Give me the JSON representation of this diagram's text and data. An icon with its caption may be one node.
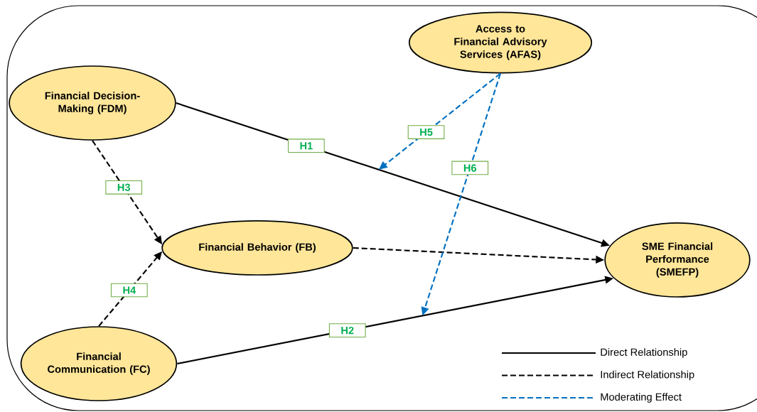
{
  "diagram": {
    "nodes": [
      {
        "text": [
          "Access to Financial Advisory Services (AFAS)"
        ]
      },
      {
        "text": [
          "Financial Decision-Making (FDM)"
        ]
      },
      {
        "text": [
          "Financial Behavior (FB)"
        ]
      },
      {
        "text": [
          "SME Financial Performance (SMEFP)"
        ]
      },
      {
        "text": [
          "Financial Communication (FC)"
        ]
      }
    ],
    "edges": [
      {
        "from": 1,
        "to": 3,
        "arrow": "to",
        "label": "H1"
      },
      {
        "from": 4,
        "to": 3,
        "arrow": "to",
        "label": "H2"
      },
      {
        "from": 1,
        "to": 2,
        "arrow": "to",
        "label": "H3",
        "style": "dashed"
      },
      {
        "from": 4,
        "to": 2,
        "arrow": "to",
        "label": "H4",
        "style": "dashed"
      },
      {
        "from": 2,
        "to": 3,
        "arrow": "to",
        "style": "dashed"
      },
      {
        "from": 0,
        "to": null,
        "arrow": "to",
        "label": "H5",
        "style": "dashed",
        "color": "#0070c0"
      },
      {
        "from": 0,
        "to": null,
        "arrow": "to",
        "label": "H6",
        "style": "dashed",
        "color": "#0070c0"
      }
    ],
    "legend": [
      {
        "text": "Direct Relationship"
      },
      {
        "text": "Indirect Relationship"
      },
      {
        "text": "Moderating Effect"
      }
    ]
  }
}
